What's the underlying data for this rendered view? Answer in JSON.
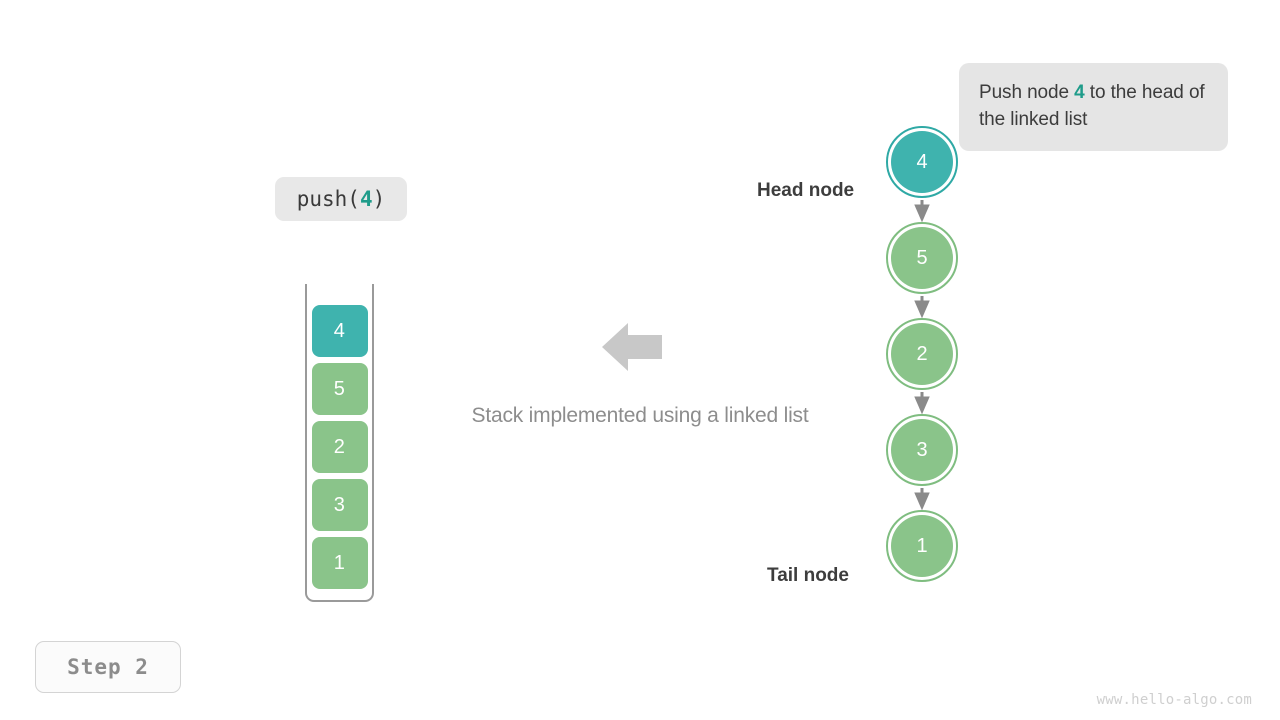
{
  "callout": {
    "text_before": "Push node ",
    "highlight": "4",
    "text_after": " to the head of the linked list"
  },
  "operation_label": {
    "prefix": "push(",
    "value": "4",
    "suffix": ")"
  },
  "stack": {
    "blocks": [
      {
        "value": "4",
        "color": "#3fb3ae"
      },
      {
        "value": "5",
        "color": "#8ac48a"
      },
      {
        "value": "2",
        "color": "#8ac48a"
      },
      {
        "value": "3",
        "color": "#8ac48a"
      },
      {
        "value": "1",
        "color": "#8ac48a"
      }
    ]
  },
  "arrow": {
    "direction": "left",
    "color": "#c8c8c8"
  },
  "caption": "Stack implemented using a linked list",
  "linked_list": {
    "head_label": "Head node",
    "tail_label": "Tail node",
    "nodes": [
      {
        "value": "4",
        "fill": "#3fb3ae",
        "ring": "#2fa9a5"
      },
      {
        "value": "5",
        "fill": "#8ac48a",
        "ring": "#7fbd80"
      },
      {
        "value": "2",
        "fill": "#8ac48a",
        "ring": "#7fbd80"
      },
      {
        "value": "3",
        "fill": "#8ac48a",
        "ring": "#7fbd80"
      },
      {
        "value": "1",
        "fill": "#8ac48a",
        "ring": "#7fbd80"
      }
    ],
    "edge_color": "#8a8a8a"
  },
  "step_badge": "Step 2",
  "watermark": "www.hello-algo.com",
  "colors": {
    "accent_teal": "#3fb3ae",
    "node_green": "#8ac48a",
    "callout_bg": "#e5e5e5",
    "text_dark": "#3c3c3c",
    "text_gray": "#8d8d8d"
  }
}
